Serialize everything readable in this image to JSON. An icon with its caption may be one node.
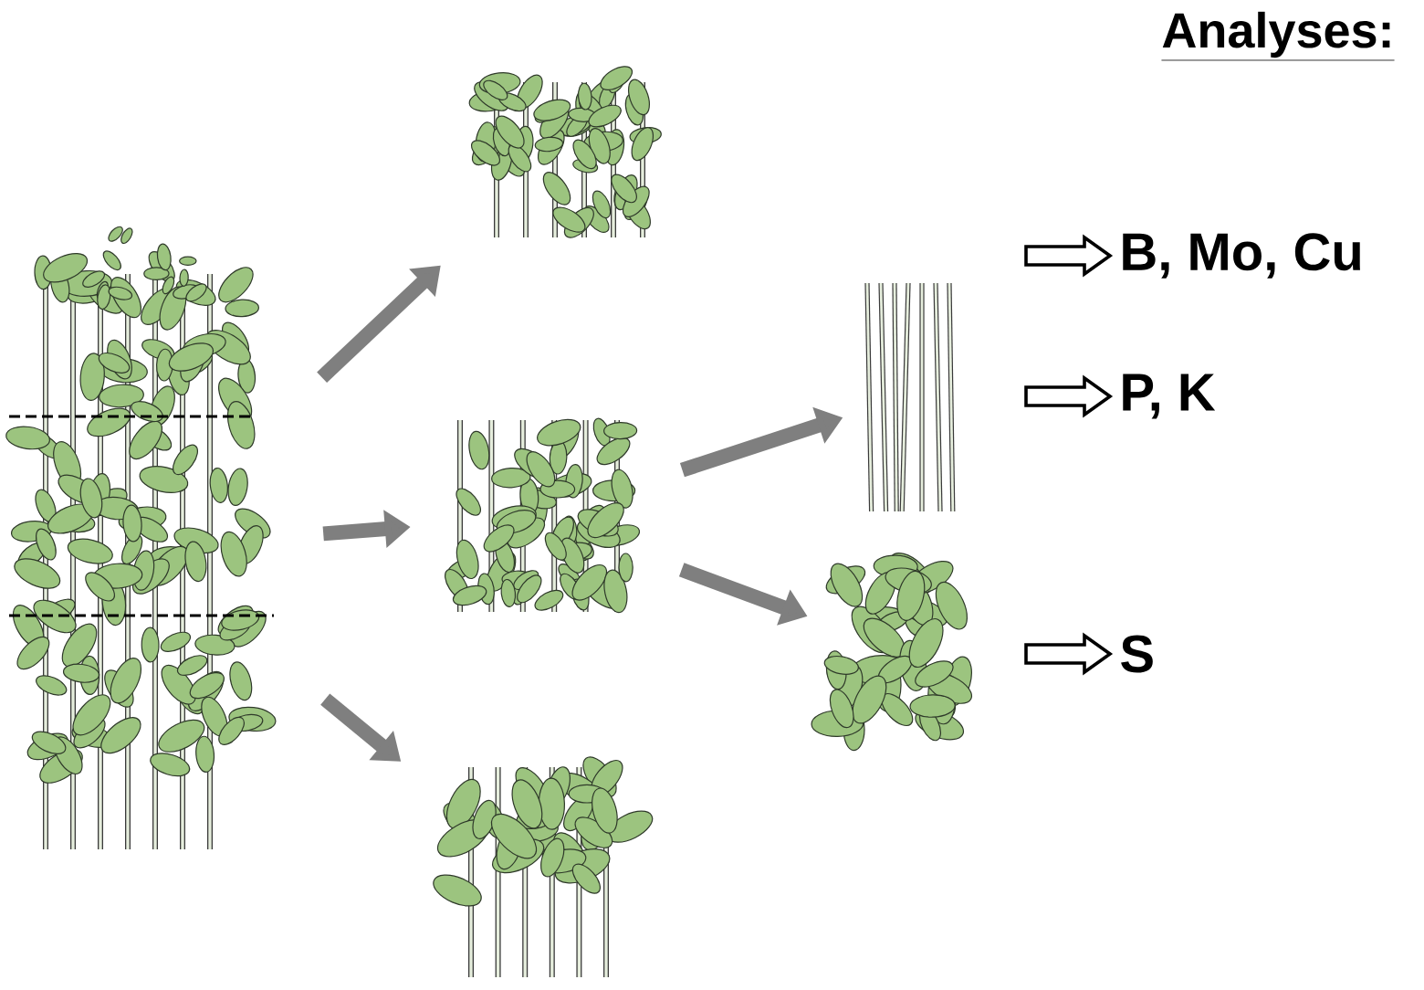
{
  "diagram": {
    "nodes": [
      {
        "text": [],
        "shape": "picture"
      },
      {
        "text": [],
        "shape": "picture"
      },
      {
        "text": [],
        "shape": "picture"
      },
      {
        "text": [],
        "shape": "picture"
      },
      {
        "text": [],
        "shape": "picture"
      },
      {
        "text": [],
        "shape": "picture"
      },
      {
        "text": [
          "B, Mo, Cu"
        ]
      },
      {
        "text": [
          "P, K"
        ]
      },
      {
        "text": [
          "S"
        ]
      }
    ],
    "edges": [
      {
        "from": 0,
        "to": 1,
        "arrow": "to"
      },
      {
        "from": 0,
        "to": 2,
        "arrow": "to"
      },
      {
        "from": 0,
        "to": 3,
        "arrow": "to"
      },
      {
        "from": 2,
        "to": 4,
        "arrow": "to"
      },
      {
        "from": 2,
        "to": 5,
        "arrow": "to"
      },
      {
        "from": null,
        "to": 6,
        "arrow": "to",
        "color": "#ffffff"
      },
      {
        "from": null,
        "to": 7,
        "arrow": "to",
        "color": "#ffffff"
      },
      {
        "from": null,
        "to": 8,
        "arrow": "to",
        "color": "#ffffff"
      }
    ],
    "labels": [
      "Analyses:"
    ]
  }
}
